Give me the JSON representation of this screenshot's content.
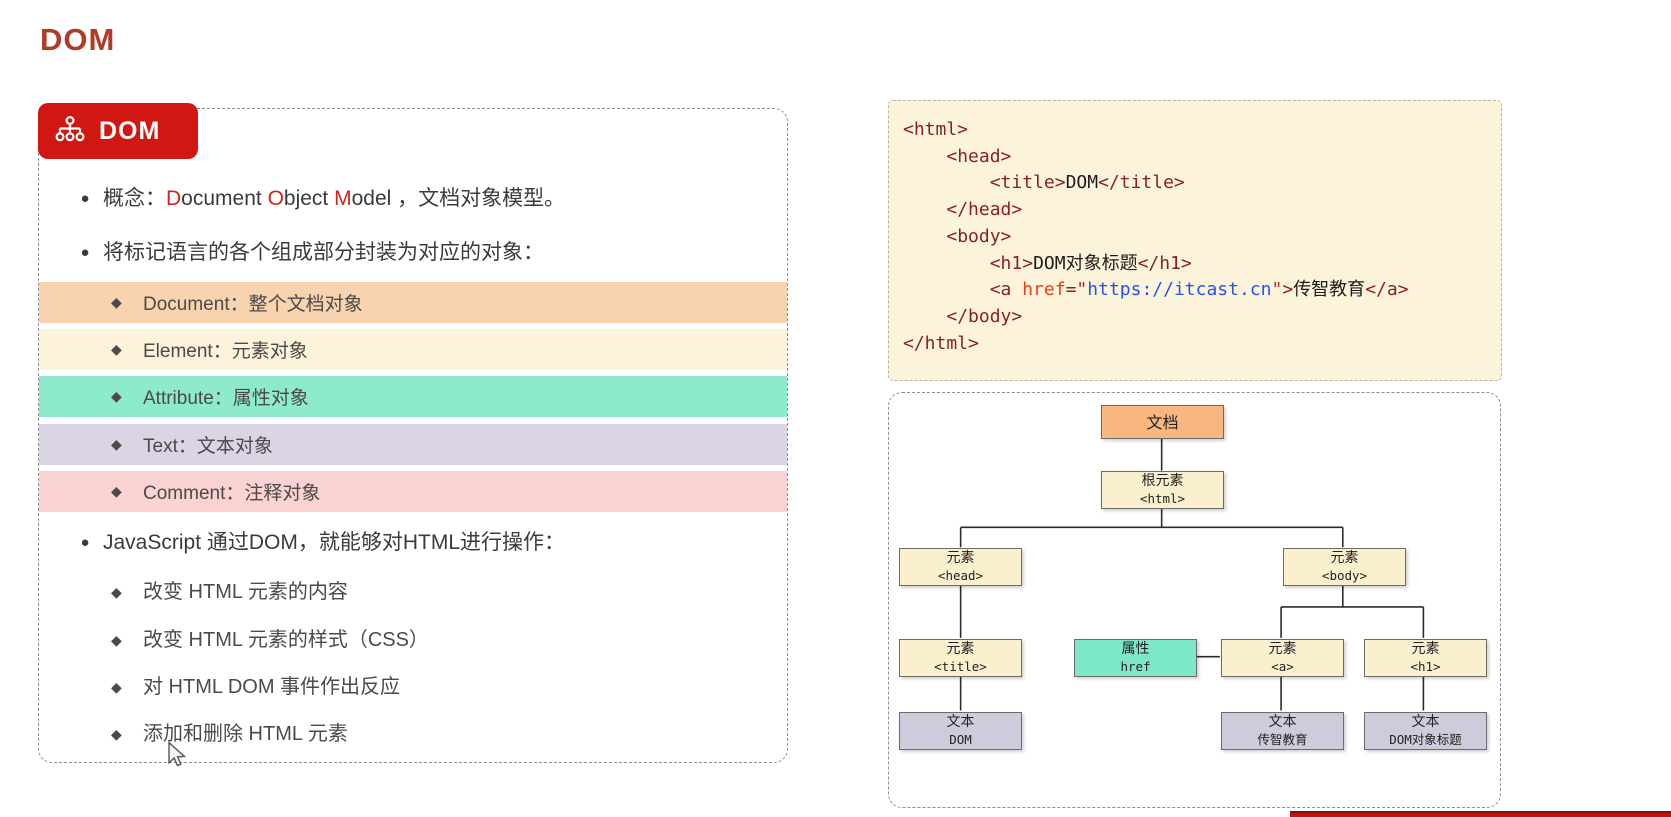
{
  "page": {
    "title": "DOM",
    "accent_color": "#B13A28"
  },
  "icons": {
    "dot_bullet": "●",
    "diamond_bullet": "◆"
  },
  "badge": {
    "label": "DOM",
    "bg_color": "#D01712"
  },
  "left_panel": {
    "bullet1": [
      {
        "t": "概念："
      },
      {
        "t": "D",
        "c": "red"
      },
      {
        "t": "ocument "
      },
      {
        "t": "O",
        "c": "red"
      },
      {
        "t": "bject "
      },
      {
        "t": "M",
        "c": "red"
      },
      {
        "t": "odel ，文档对象模型。"
      }
    ],
    "bullet2": "将标记语言的各个组成部分封装为对应的对象：",
    "object_rows": [
      {
        "label": "Document：整个文档对象",
        "bg": "#F8D3AF"
      },
      {
        "label": "Element：元素对象",
        "bg": "#FDF3DA"
      },
      {
        "label": "Attribute：属性对象",
        "bg": "#8EEACD"
      },
      {
        "label": "Text：文本对象",
        "bg": "#DAD4E4"
      },
      {
        "label": "Comment：注释对象",
        "bg": "#FAD2D1"
      }
    ],
    "bullet3": "JavaScript 通过DOM，就能够对HTML进行操作：",
    "sub_bullets": [
      "改变 HTML 元素的内容",
      "改变 HTML 元素的样式（CSS）",
      "对 HTML DOM 事件作出反应",
      "添加和删除 HTML 元素"
    ]
  },
  "code_panel": {
    "bg_color": "#FBF4DB",
    "lines": [
      [
        {
          "t": "<html>",
          "c": "tag"
        }
      ],
      [
        {
          "t": "    "
        },
        {
          "t": "<head>",
          "c": "tag"
        }
      ],
      [
        {
          "t": "        "
        },
        {
          "t": "<title>",
          "c": "tag"
        },
        {
          "t": "DOM",
          "c": "txt"
        },
        {
          "t": "</title>",
          "c": "tag"
        }
      ],
      [
        {
          "t": "    "
        },
        {
          "t": "</head>",
          "c": "tag"
        }
      ],
      [
        {
          "t": "    "
        },
        {
          "t": "<body>",
          "c": "tag"
        }
      ],
      [
        {
          "t": "        "
        },
        {
          "t": "<h1>",
          "c": "tag"
        },
        {
          "t": "DOM对象标题",
          "c": "txt"
        },
        {
          "t": "</h1>",
          "c": "tag"
        }
      ],
      [
        {
          "t": "        "
        },
        {
          "t": "<a ",
          "c": "tag"
        },
        {
          "t": "href",
          "c": "attr"
        },
        {
          "t": "=",
          "c": "tag"
        },
        {
          "t": "\"",
          "c": "q"
        },
        {
          "t": "https://itcast.cn",
          "c": "str"
        },
        {
          "t": "\"",
          "c": "q"
        },
        {
          "t": ">",
          "c": "tag"
        },
        {
          "t": "传智教育",
          "c": "txt"
        },
        {
          "t": "</a>",
          "c": "tag"
        }
      ],
      [
        {
          "t": "    "
        },
        {
          "t": "</body>",
          "c": "tag"
        }
      ],
      [
        {
          "t": "</html>",
          "c": "tag"
        }
      ]
    ]
  },
  "diagram": {
    "node_colors": {
      "orange": "#F8B77E",
      "yellow": "#FBF0CE",
      "mint": "#7DE7CA",
      "lavender": "#CFCBDC"
    },
    "nodes": [
      {
        "id": "document",
        "line1": "文档"
      },
      {
        "id": "root",
        "line1": "根元素",
        "line2": "<html>"
      },
      {
        "id": "head",
        "line1": "元素",
        "line2": "<head>"
      },
      {
        "id": "body",
        "line1": "元素",
        "line2": "<body>"
      },
      {
        "id": "title",
        "line1": "元素",
        "line2": "<title>"
      },
      {
        "id": "attr-href",
        "line1": "属性",
        "line2": "href"
      },
      {
        "id": "a",
        "line1": "元素",
        "line2": "<a>"
      },
      {
        "id": "h1",
        "line1": "元素",
        "line2": "<h1>"
      },
      {
        "id": "text-dom",
        "line1": "文本",
        "line2": "DOM"
      },
      {
        "id": "text-itcast",
        "line1": "文本",
        "line2": "传智教育"
      },
      {
        "id": "text-h1",
        "line1": "文本",
        "line2": "DOM对象标题"
      }
    ]
  },
  "bottom_bar_color": "#C2130B"
}
